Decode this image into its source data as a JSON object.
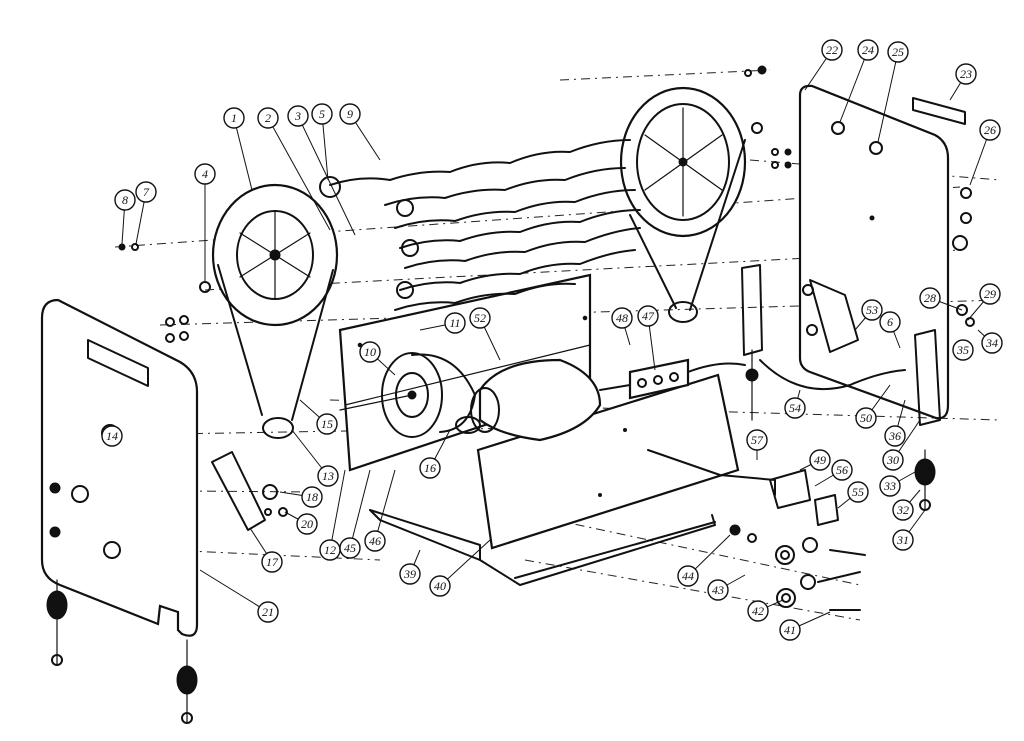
{
  "callouts": [
    {
      "id": "1",
      "label": "1"
    },
    {
      "id": "2",
      "label": "2"
    },
    {
      "id": "3",
      "label": "3"
    },
    {
      "id": "4",
      "label": "4"
    },
    {
      "id": "5",
      "label": "5"
    },
    {
      "id": "6",
      "label": "6"
    },
    {
      "id": "7",
      "label": "7"
    },
    {
      "id": "8",
      "label": "8"
    },
    {
      "id": "9",
      "label": "9"
    },
    {
      "id": "10",
      "label": "10"
    },
    {
      "id": "11",
      "label": "11"
    },
    {
      "id": "12",
      "label": "12"
    },
    {
      "id": "13",
      "label": "13"
    },
    {
      "id": "14",
      "label": "14"
    },
    {
      "id": "15",
      "label": "15"
    },
    {
      "id": "16",
      "label": "16"
    },
    {
      "id": "17",
      "label": "17"
    },
    {
      "id": "18",
      "label": "18"
    },
    {
      "id": "20",
      "label": "20"
    },
    {
      "id": "21",
      "label": "21"
    },
    {
      "id": "22",
      "label": "22"
    },
    {
      "id": "23",
      "label": "23"
    },
    {
      "id": "24",
      "label": "24"
    },
    {
      "id": "25",
      "label": "25"
    },
    {
      "id": "26",
      "label": "26"
    },
    {
      "id": "28",
      "label": "28"
    },
    {
      "id": "29",
      "label": "29"
    },
    {
      "id": "30",
      "label": "30"
    },
    {
      "id": "31",
      "label": "31"
    },
    {
      "id": "32",
      "label": "32"
    },
    {
      "id": "33",
      "label": "33"
    },
    {
      "id": "34",
      "label": "34"
    },
    {
      "id": "35",
      "label": "35"
    },
    {
      "id": "36",
      "label": "36"
    },
    {
      "id": "39",
      "label": "39"
    },
    {
      "id": "40",
      "label": "40"
    },
    {
      "id": "41",
      "label": "41"
    },
    {
      "id": "42",
      "label": "42"
    },
    {
      "id": "43",
      "label": "43"
    },
    {
      "id": "44",
      "label": "44"
    },
    {
      "id": "45",
      "label": "45"
    },
    {
      "id": "46",
      "label": "46"
    },
    {
      "id": "47",
      "label": "47"
    },
    {
      "id": "48",
      "label": "48"
    },
    {
      "id": "49",
      "label": "49"
    },
    {
      "id": "50",
      "label": "50"
    },
    {
      "id": "52",
      "label": "52"
    },
    {
      "id": "53",
      "label": "53"
    },
    {
      "id": "54",
      "label": "54"
    },
    {
      "id": "55",
      "label": "55"
    },
    {
      "id": "56",
      "label": "56"
    },
    {
      "id": "57",
      "label": "57"
    }
  ]
}
